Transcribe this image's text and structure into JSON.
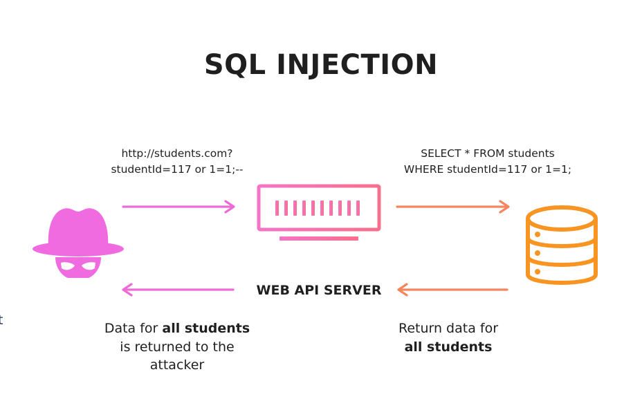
{
  "title": "SQL INJECTION",
  "request": {
    "line1": "http://students.com?",
    "line2": "studentId=117 or 1=1;--"
  },
  "query": {
    "line1": "SELECT * FROM students",
    "line2": "WHERE studentId=117 or 1=1;"
  },
  "server_label": "WEB API SERVER",
  "left_caption": {
    "pre": "Data for ",
    "bold": "all students",
    "line2": "is returned to the",
    "line3": "attacker"
  },
  "right_caption": {
    "line1": "Return data for",
    "bold": "all students"
  },
  "colors": {
    "attacker": "#f06ae0",
    "arrow_left": "#ee6ad6",
    "server": "#f6709a",
    "arrow_right": "#f5855d",
    "database": "#f89421"
  },
  "icons": {
    "attacker": "hacker-icon",
    "server": "server-monitor-icon",
    "database": "database-icon"
  },
  "edge_mark": "t"
}
